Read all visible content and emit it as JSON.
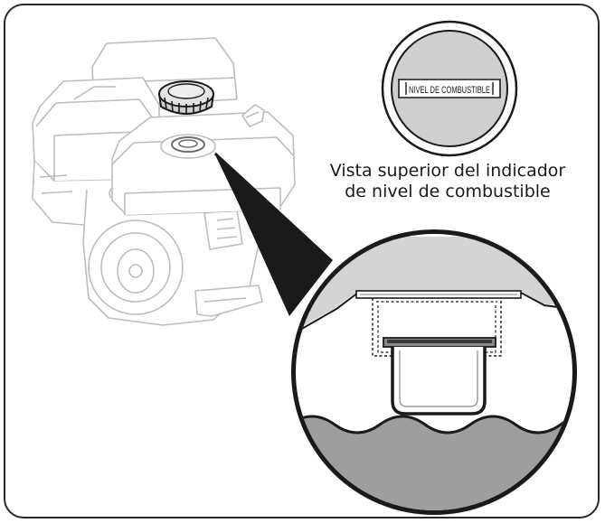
{
  "gauge_label": "NIVEL DE COMBUSTIBLE",
  "caption": {
    "line1": "Vista superior del indicador",
    "line2": "de nivel de combustible"
  }
}
